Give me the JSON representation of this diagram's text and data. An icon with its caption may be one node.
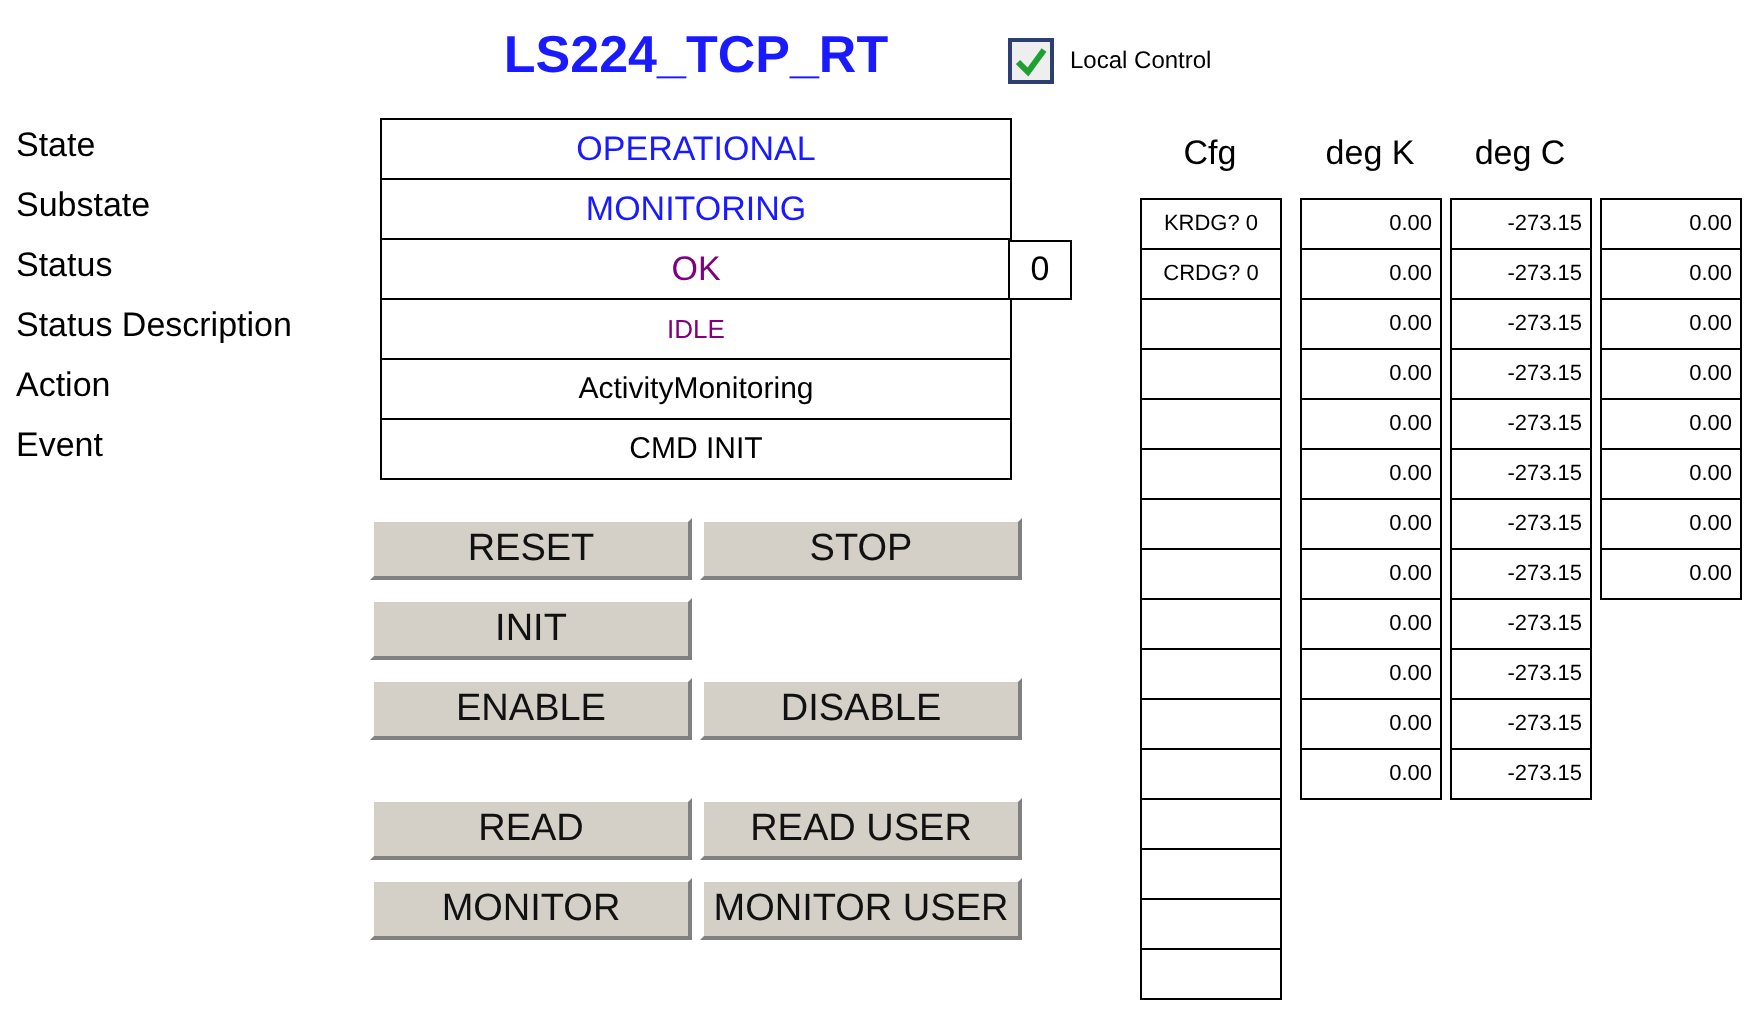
{
  "diagram": {
    "title": "LS224_TCP_RT",
    "labels": [
      "Local Control",
      "State",
      "OPERATIONAL",
      "Substate",
      "MONITORING",
      "Status",
      "OK",
      "0",
      "Status Description",
      "IDLE",
      "Action",
      "ActivityMonitoring",
      "Event",
      "CMD INIT",
      "RESET",
      "STOP",
      "INIT",
      "ENABLE",
      "DISABLE",
      "READ",
      "READ USER",
      "MONITOR",
      "MONITOR USER",
      "Cfg",
      "deg K",
      "deg C",
      "KRDG? 0",
      "0.00",
      "-273.15",
      "0.00",
      "CRDG? 0",
      "0.00",
      "-273.15",
      "0.00",
      "0.00",
      "-273.15",
      "0.00",
      "0.00",
      "-273.15",
      "0.00",
      "0.00",
      "-273.15",
      "0.00",
      "0.00",
      "-273.15",
      "0.00",
      "0.00",
      "-273.15",
      "0.00",
      "0.00",
      "-273.15",
      "0.00",
      "0.00",
      "-273.15",
      "0.00",
      "-273.15",
      "0.00",
      "-273.15",
      "0.00",
      "-273.15"
    ]
  }
}
